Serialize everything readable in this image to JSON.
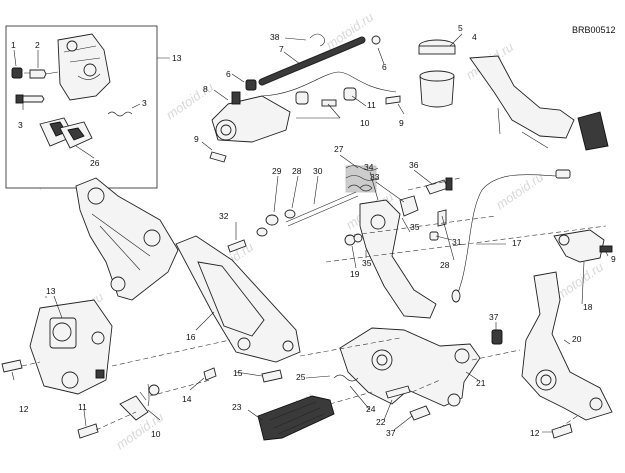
{
  "code": "BRB00512",
  "watermark": "motoid.ru",
  "callouts": {
    "c1": "1",
    "c2": "2",
    "c3a": "3",
    "c3b": "3",
    "c13a": "13",
    "c26": "26",
    "c38": "38",
    "c7": "7",
    "c5": "5",
    "c4": "4",
    "c6a": "6",
    "c6b": "6",
    "c8": "8",
    "c9a": "9",
    "c9b": "9",
    "c9c": "9",
    "c11a": "11",
    "c10a": "10",
    "c27": "27",
    "c29": "29",
    "c28a": "28",
    "c30": "30",
    "c34": "34",
    "c33": "33",
    "c36": "36",
    "c32": "32",
    "c35a": "35",
    "c35b": "35",
    "c31": "31",
    "c28b": "28",
    "c19": "19",
    "c17": "17",
    "c13b": "13",
    "c16": "16",
    "c18": "18",
    "c12a": "12",
    "c15": "15",
    "c14": "14",
    "c11b": "11",
    "c10b": "10",
    "c25": "25",
    "c37a": "37",
    "c20": "20",
    "c21": "21",
    "c23": "23",
    "c24": "24",
    "c22": "22",
    "c37b": "37",
    "c12b": "12"
  }
}
